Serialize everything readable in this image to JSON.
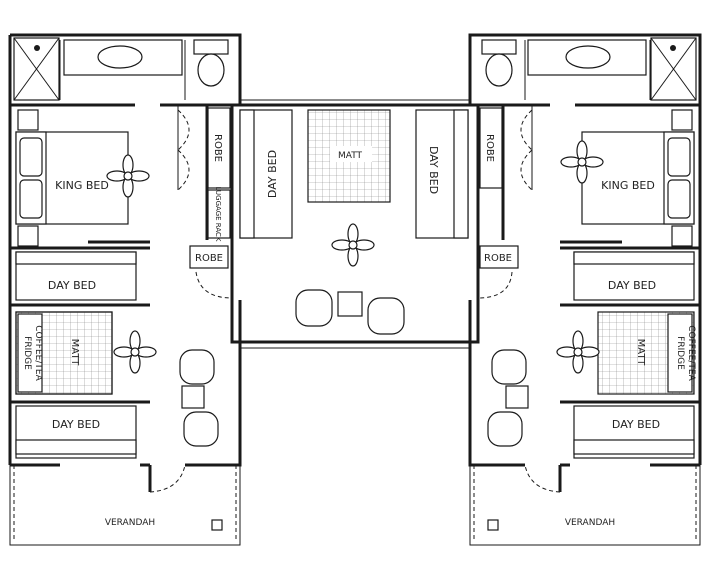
{
  "labels": {
    "king_bed": "KING BED",
    "day_bed": "DAY BED",
    "matt": "MATT",
    "robe": "ROBE",
    "luggage_rack": "LUGGAGE RACK",
    "fridge": "FRIDGE",
    "coffee_tea": "COFFEE/TEA",
    "verandah": "VERANDAH"
  }
}
